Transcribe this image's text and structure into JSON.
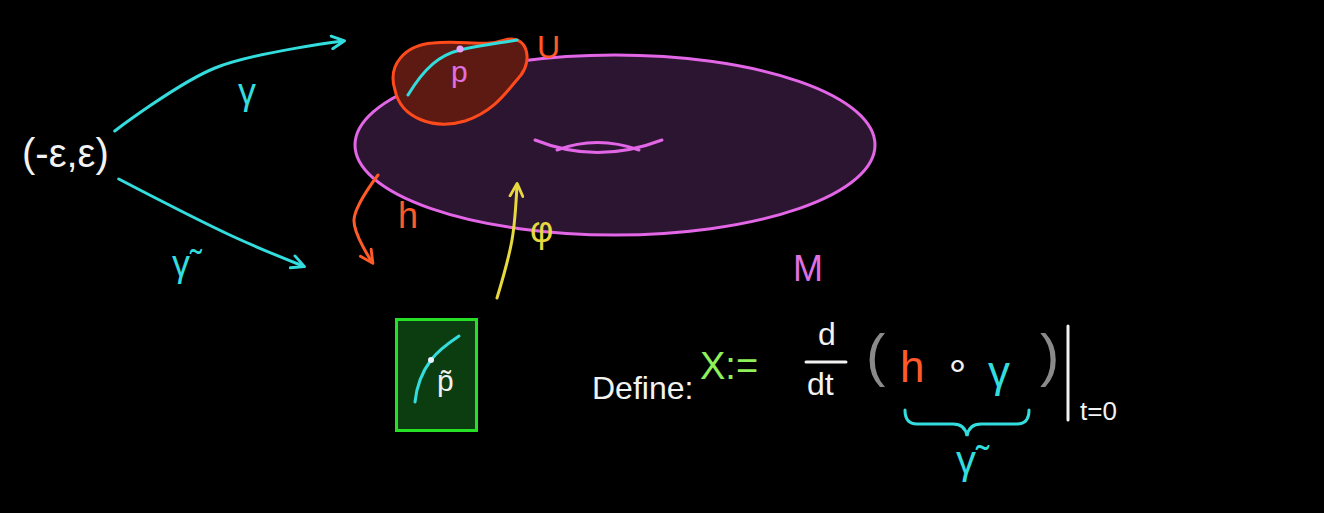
{
  "diagram": {
    "nodes": [
      {
        "text": [
          "M"
        ]
      },
      {
        "text": [
          "U",
          "p"
        ],
        "in": 0
      },
      {
        "text": [
          "(-ε,ε)"
        ]
      },
      {
        "text": [
          "p̃"
        ]
      }
    ],
    "edges": [
      {
        "from": 2,
        "to": 0,
        "label": "γ",
        "arrow": "to"
      },
      {
        "from": 2,
        "to": 3,
        "label": "γ̃",
        "arrow": "to"
      },
      {
        "from": 1,
        "to": 3,
        "label": "h",
        "arrow": "to"
      },
      {
        "from": 3,
        "to": 1,
        "label": "φ",
        "arrow": "to"
      }
    ],
    "labels": [
      "Define:",
      "X:=",
      "d",
      "dt",
      "(",
      "h",
      "∘",
      "γ",
      ")",
      "t=0",
      "γ̃"
    ]
  }
}
